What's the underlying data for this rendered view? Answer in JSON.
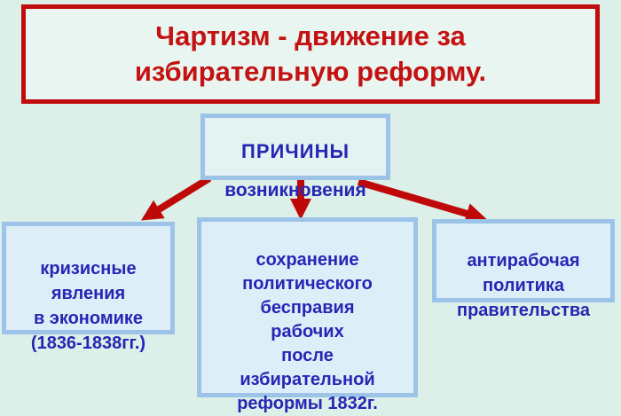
{
  "title": {
    "text": "Чартизм - движение за\nизбирательную реформу."
  },
  "causes_header": {
    "line1": "ПРИЧИНЫ",
    "line2": "возникновения"
  },
  "causes": [
    {
      "id": "economic-crisis",
      "text": "кризисные\nявления\nв экономике\n(1836-1838гг.)"
    },
    {
      "id": "political-disenfranchisement",
      "text": "сохранение\nполитического\nбесправия\nрабочих\nпосле\nизбирательной\nреформы 1832г."
    },
    {
      "id": "anti-worker-policy",
      "text": "антирабочая\nполитика\nправительства"
    }
  ],
  "colors": {
    "page_background": "#dcefe8",
    "title_border": "#c00c0c",
    "title_text": "#c41212",
    "box_border": "#9cc3e8",
    "box_fill": "#ddeef8",
    "header_fill": "#e4f2f2",
    "blue_text": "#2626b5",
    "arrow": "#bf0909"
  }
}
